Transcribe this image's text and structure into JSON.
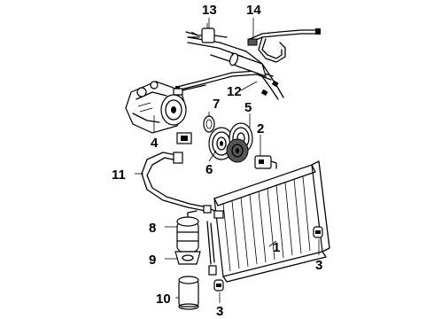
{
  "callouts": {
    "c1": "1",
    "c2": "2",
    "c3a": "3",
    "c3b": "3",
    "c4": "4",
    "c5": "5",
    "c6": "6",
    "c7": "7",
    "c8": "8",
    "c9": "9",
    "c10": "10",
    "c11": "11",
    "c12": "12",
    "c13": "13",
    "c14": "14"
  }
}
